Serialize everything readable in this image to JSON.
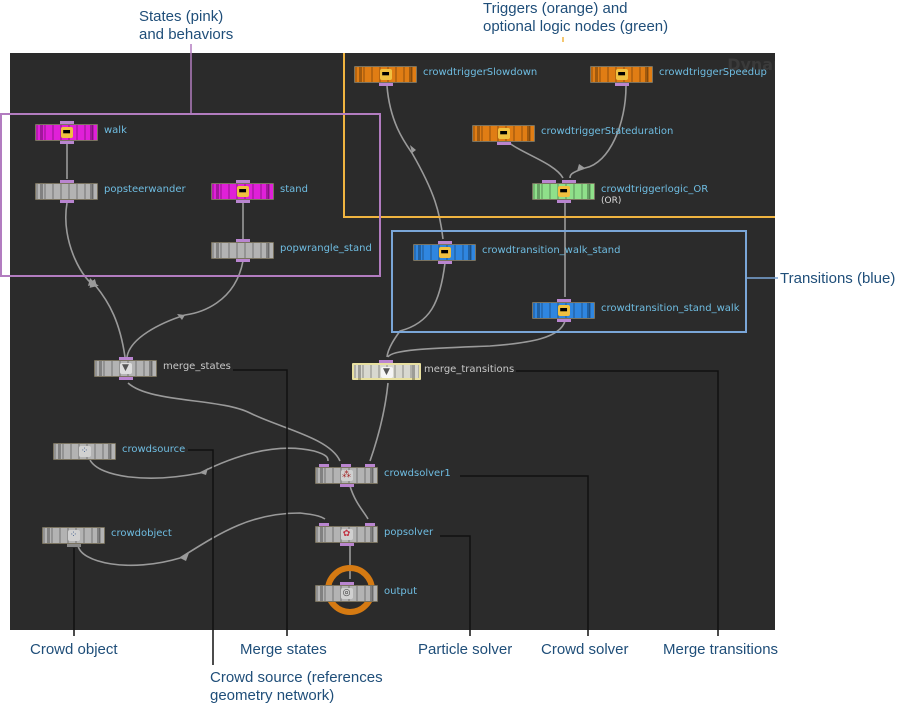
{
  "canvas": {
    "watermark": "Dynar"
  },
  "nodes": {
    "walk": {
      "label": "walk"
    },
    "popsteerwander": {
      "label": "popsteerwander"
    },
    "stand": {
      "label": "stand"
    },
    "popwrangle_stand": {
      "label": "popwrangle_stand"
    },
    "merge_states": {
      "label": "merge_states"
    },
    "crowdtriggerSlowdown": {
      "label": "crowdtriggerSlowdown"
    },
    "crowdtriggerSpeedup": {
      "label": "crowdtriggerSpeedup"
    },
    "crowdtriggerStateduration": {
      "label": "crowdtriggerStateduration"
    },
    "crowdtriggerlogic_OR": {
      "label": "crowdtriggerlogic_OR",
      "sub": "(OR)"
    },
    "crowdtransition_walk_stand": {
      "label": "crowdtransition_walk_stand"
    },
    "crowdtransition_stand_walk": {
      "label": "crowdtransition_stand_walk"
    },
    "merge_transitions": {
      "label": "merge_transitions"
    },
    "crowdsource": {
      "label": "crowdsource"
    },
    "crowdsolver1": {
      "label": "crowdsolver1"
    },
    "crowdobject": {
      "label": "crowdobject"
    },
    "popsolver": {
      "label": "popsolver"
    },
    "output": {
      "label": "output"
    }
  },
  "annotations": {
    "states": "States (pink)",
    "states_line2": "and behaviors",
    "triggers": "Triggers (orange) and",
    "triggers_line2": "optional logic nodes (green)",
    "transitions": "Transitions (blue)",
    "crowd_object": "Crowd object",
    "merge_states": "Merge states",
    "crowd_source": "Crowd source (references",
    "crowd_source_line2": "geometry network)",
    "particle_solver": "Particle solver",
    "crowd_solver": "Crowd solver",
    "merge_transitions": "Merge transitions"
  },
  "colors": {
    "state_pink": "#e020d8",
    "trigger_orange": "#e07d14",
    "logic_green": "#8fe08a",
    "transition_blue": "#2f86e0",
    "default_grey": "#b3b3b3",
    "states_box": "#b27cc0",
    "triggers_box": "#f0b440",
    "transitions_box": "#7aa6d8",
    "annotation_text": "#1f4e79",
    "node_label": "#6fbde2"
  }
}
